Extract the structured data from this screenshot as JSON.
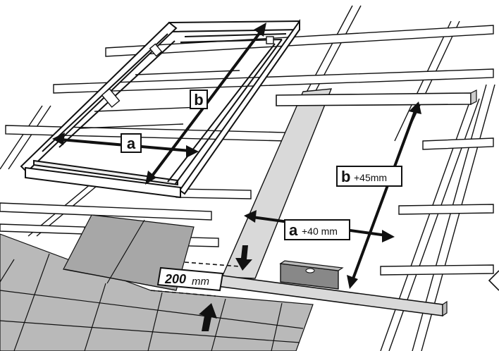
{
  "labels": {
    "window_height": "b",
    "window_width": "a",
    "opening_height_letter": "b",
    "opening_height_suffix": "+45mm",
    "opening_width_letter": "a",
    "opening_width_suffix": "+40 mm",
    "tile_gap_value": "200",
    "tile_gap_unit": "mm"
  },
  "colors": {
    "line": "#111111",
    "tile": "#b9b9b9",
    "tile_dark": "#a7a7a7",
    "flashing": "#d9d9d9",
    "wood": "#ffffff"
  }
}
